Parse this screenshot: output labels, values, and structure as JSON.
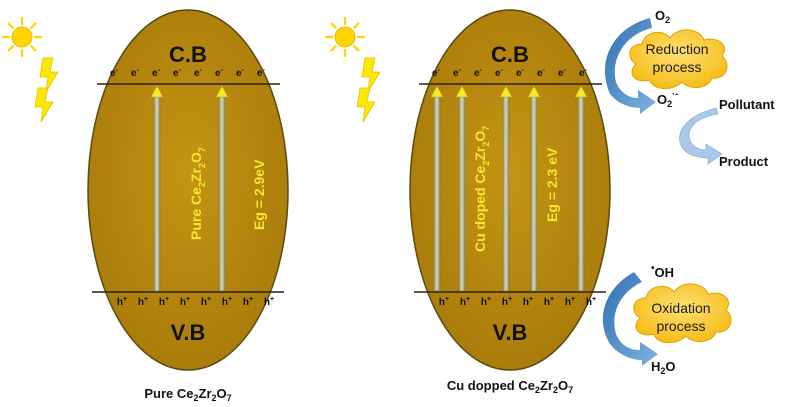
{
  "left_panel": {
    "cb": "C.B",
    "vb": "V.B",
    "electrons": [
      "e",
      "e",
      "e",
      "e",
      "e",
      "e",
      "e",
      "e"
    ],
    "electron_sup": "-",
    "holes": [
      "h",
      "h",
      "h",
      "h",
      "h",
      "h",
      "h",
      "h"
    ],
    "hole_sup": "+",
    "material_label": {
      "base": "Pure Ce",
      "sub1": "2",
      "mid1": "Zr",
      "sub2": "2",
      "mid2": "O",
      "sub3": "7"
    },
    "eg": "Eg = 2.9eV",
    "caption": {
      "base": "Pure Ce",
      "sub1": "2",
      "mid1": "Zr",
      "sub2": "2",
      "mid2": "O",
      "sub3": "7"
    }
  },
  "right_panel": {
    "cb": "C.B",
    "vb": "V.B",
    "electrons": [
      "e",
      "e",
      "e",
      "e",
      "e",
      "e",
      "e",
      "e"
    ],
    "electron_sup": "-",
    "holes": [
      "h",
      "h",
      "h",
      "h",
      "h",
      "h",
      "h",
      "h"
    ],
    "hole_sup": "+",
    "material_label": {
      "base": "Cu doped Ce",
      "sub1": "2",
      "mid1": "Zr",
      "sub2": "2",
      "mid2": "O",
      "sub3": "7"
    },
    "eg": "Eg = 2.3 eV",
    "caption": {
      "base": "Cu dopped Ce",
      "sub1": "2",
      "mid1": "Zr",
      "sub2": "2",
      "mid2": "O",
      "sub3": "7"
    }
  },
  "reduction": {
    "o2": {
      "base": "O",
      "sub": "2"
    },
    "cloud_line1": "Reduction",
    "cloud_line2": "process",
    "superoxide": {
      "base": "O",
      "sub": "2",
      "sup": "·-"
    },
    "pollutant": "Pollutant",
    "product": "Product"
  },
  "oxidation": {
    "oh": {
      "dot": "•",
      "base": "OH"
    },
    "cloud_line1": "Oxidation",
    "cloud_line2": "process",
    "water": {
      "base": "H",
      "sub": "2",
      "end": "O"
    }
  },
  "colors": {
    "ellipse_fill": "#b8860b",
    "ellipse_stroke": "#5a4a12",
    "sun": "#ffd400",
    "bolt": "#ffe800",
    "arrow_blue": "#3f86c6",
    "cloud": "#ffd03a",
    "band_text": "#111111",
    "label_yellow": "#f2ea2a"
  }
}
